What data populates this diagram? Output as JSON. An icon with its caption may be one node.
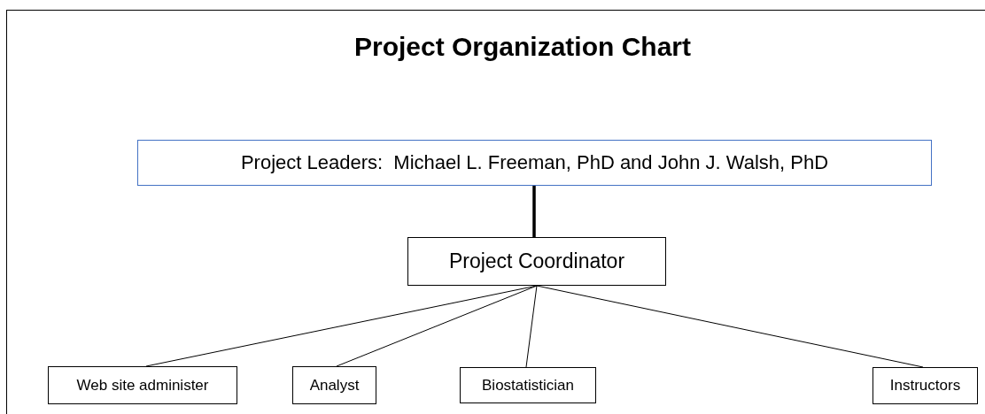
{
  "diagram": {
    "title": "Project Organization Chart",
    "nodes": [
      {
        "text": [
          "Project Leaders:  Michael L. Freeman, PhD and John J. Walsh, PhD"
        ]
      },
      {
        "text": [
          "Project Coordinator"
        ]
      },
      {
        "text": [
          "Web site administer"
        ]
      },
      {
        "text": [
          "Analyst"
        ]
      },
      {
        "text": [
          "Biostatistician"
        ]
      },
      {
        "text": [
          "Instructors"
        ]
      }
    ],
    "edges": [
      {
        "from": 0,
        "to": 1,
        "arrow": "none",
        "style": "thick"
      },
      {
        "from": 1,
        "to": 2,
        "arrow": "none"
      },
      {
        "from": 1,
        "to": 3,
        "arrow": "none"
      },
      {
        "from": 1,
        "to": 4,
        "arrow": "none"
      },
      {
        "from": 1,
        "to": 5,
        "arrow": "none"
      }
    ]
  }
}
